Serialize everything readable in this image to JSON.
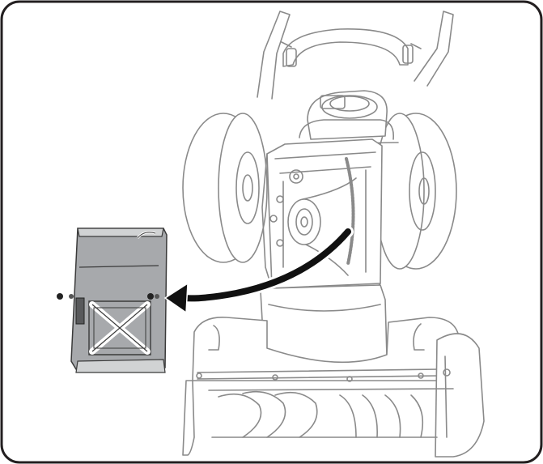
{
  "figure": {
    "border_color": "#231f20",
    "line_color": "#7a7a7a",
    "cover_fill": "#a7a9ac",
    "cover_dark": "#58595b",
    "arrow_color": "#111111"
  },
  "icons": [
    "machine-drawing",
    "belt-cover-part",
    "removal-arrow"
  ]
}
